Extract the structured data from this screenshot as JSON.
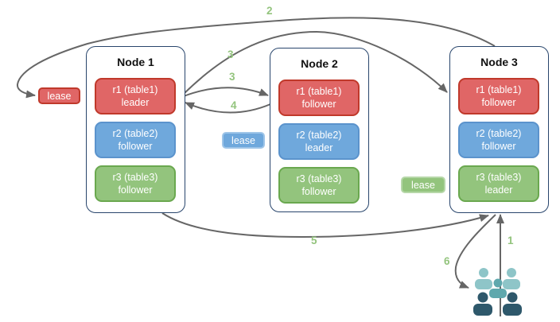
{
  "nodes": [
    {
      "title": "Node 1",
      "replicas": [
        {
          "label": "r1 (table1)",
          "role": "leader",
          "color": "red"
        },
        {
          "label": "r2 (table2)",
          "role": "follower",
          "color": "blue"
        },
        {
          "label": "r3 (table3)",
          "role": "follower",
          "color": "green"
        }
      ]
    },
    {
      "title": "Node 2",
      "replicas": [
        {
          "label": "r1 (table1)",
          "role": "follower",
          "color": "red"
        },
        {
          "label": "r2 (table2)",
          "role": "leader",
          "color": "blue"
        },
        {
          "label": "r3 (table3)",
          "role": "follower",
          "color": "green"
        }
      ]
    },
    {
      "title": "Node 3",
      "replicas": [
        {
          "label": "r1 (table1)",
          "role": "follower",
          "color": "red"
        },
        {
          "label": "r2 (table2)",
          "role": "follower",
          "color": "blue"
        },
        {
          "label": "r3 (table3)",
          "role": "leader",
          "color": "green"
        }
      ]
    }
  ],
  "leases": [
    {
      "label": "lease",
      "color": "red"
    },
    {
      "label": "lease",
      "color": "blue"
    },
    {
      "label": "lease",
      "color": "green"
    }
  ],
  "step_labels": {
    "s1": "1",
    "s2": "2",
    "s3_upper": "3",
    "s3_lower": "3",
    "s4": "4",
    "s5": "5",
    "s6": "6"
  },
  "icons": {
    "users_group": "users-group-icon"
  },
  "colors": {
    "replica_red": "#e06666",
    "replica_red_border": "#c0392b",
    "replica_blue": "#6fa8dc",
    "replica_blue_border": "#5b93cc",
    "replica_green": "#93c47d",
    "replica_green_border": "#6aa84f",
    "lease_blue_border": "#9fc5e8",
    "lease_green_border": "#b6d7a8",
    "node_border": "#28456c",
    "arrow": "#666666",
    "step_label": "#93c47d",
    "people_light": "#8ec5c8",
    "people_mid": "#5fa8ad",
    "people_dark": "#2e586b"
  }
}
